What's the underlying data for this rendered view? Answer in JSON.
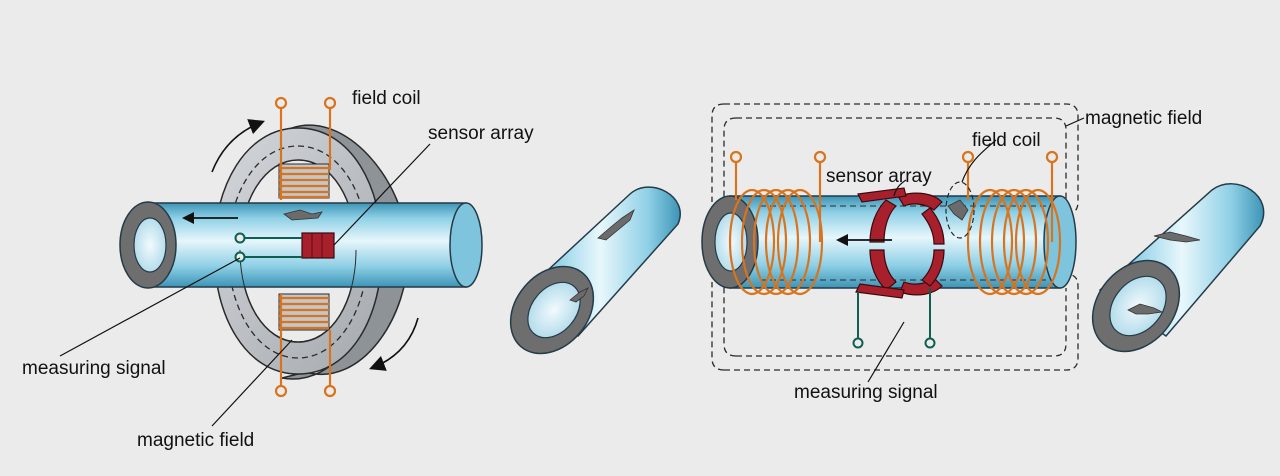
{
  "colors": {
    "background": "#ebebeb",
    "pipe_light": "#e6f6fb",
    "pipe_mid": "#8fd0e6",
    "pipe_dark": "#3d94b6",
    "pipe_outline": "#243b48",
    "pipe_wall": "#6e6e6e",
    "pipe_bore": "#d9eef6",
    "yoke_face": "#c3c7cc",
    "yoke_side": "#8e9398",
    "coil_orange": "#d8741e",
    "sensor_red": "#a8202c",
    "signal_green": "#0e5e52",
    "text": "#111111"
  },
  "left_diagram": {
    "labels": {
      "field_coil": "field coil",
      "sensor_array": "sensor array",
      "measuring_signal": "measuring signal",
      "magnetic_field": "magnetic field"
    },
    "icons": [
      "pipe-icon",
      "yoke-ring-icon",
      "coil-winding-icon",
      "sensor-block-icon",
      "rotation-arrow-icon",
      "flow-arrow-icon"
    ]
  },
  "right_diagram": {
    "labels": {
      "magnetic_field": "magnetic field",
      "field_coil": "field coil",
      "sensor_array": "sensor array",
      "measuring_signal": "measuring signal"
    },
    "icons": [
      "pipe-icon",
      "solenoid-coil-icon",
      "sensor-ring-icon",
      "flow-arrow-icon",
      "crack-icon"
    ]
  },
  "samples": [
    {
      "name": "pipe-sample-external-crack",
      "icons": [
        "pipe-icon",
        "crack-icon"
      ]
    },
    {
      "name": "pipe-sample-internal-crack",
      "icons": [
        "pipe-icon",
        "crack-icon"
      ]
    }
  ]
}
